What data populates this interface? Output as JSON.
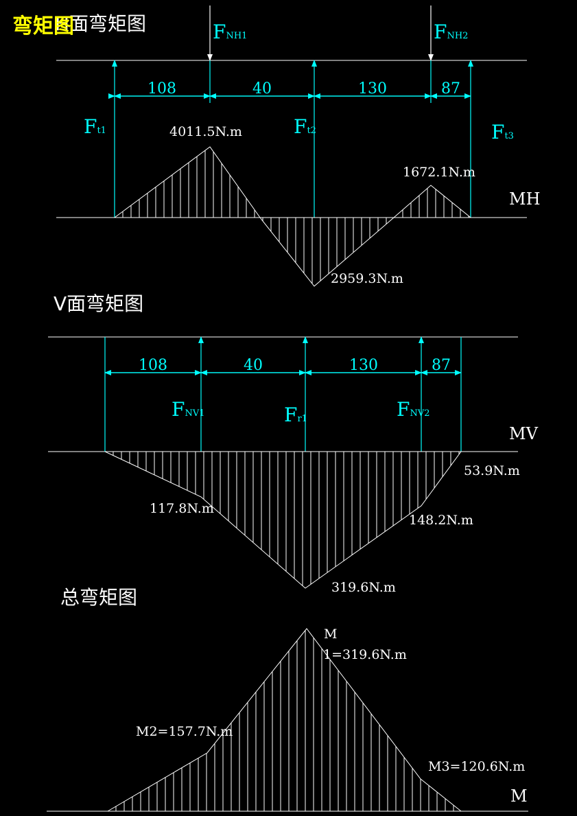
{
  "overlay_title": "弯矩图",
  "h_plane": {
    "title": "H面弯矩图",
    "diagram_label": "MH",
    "dims": [
      "108",
      "40",
      "130",
      "87"
    ],
    "forces": {
      "nh1": {
        "main": "F",
        "sub": "NH1"
      },
      "nh2": {
        "main": "F",
        "sub": "NH2"
      },
      "t1": {
        "main": "F",
        "sub": "t1"
      },
      "t2": {
        "main": "F",
        "sub": "t2"
      },
      "t3": {
        "main": "F",
        "sub": "t3"
      }
    },
    "moments": {
      "m_nh1": "4011.5N.m",
      "m_t2": "2959.3N.m",
      "m_nh2": "1672.1N.m"
    }
  },
  "v_plane": {
    "title": "V面弯矩图",
    "diagram_label": "MV",
    "dims": [
      "108",
      "40",
      "130",
      "87"
    ],
    "forces": {
      "nv1": {
        "main": "F",
        "sub": "NV1"
      },
      "r1": {
        "main": "F",
        "sub": "r1"
      },
      "nv2": {
        "main": "F",
        "sub": "NV2"
      }
    },
    "moments": {
      "m_nv1": "117.8N.m",
      "m_r1": "319.6N.m",
      "m_nv2": "148.2N.m",
      "m_end": "53.9N.m"
    }
  },
  "total": {
    "title": "总弯矩图",
    "diagram_label": "M",
    "m1_symbol": "M",
    "m1_text": "1=319.6N.m",
    "m2_text": "M2=157.7N.m",
    "m3_text": "M3=120.6N.m"
  },
  "colors": {
    "background": "#000000",
    "lines": "#ffffff",
    "dimensions": "#00ffff",
    "overlay": "#ffff00"
  }
}
